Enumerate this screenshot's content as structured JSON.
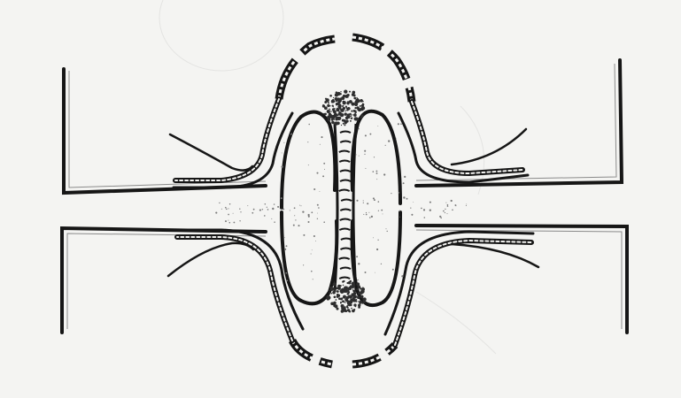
{
  "figure": {
    "description_text": "",
    "colors": {
      "paper": "#f4f4f2",
      "ink": "#161616",
      "ink_light": "#6a6a6a",
      "stipple": "#3a3a3a"
    },
    "parts": [
      "outer-membrane-double-layer",
      "inner-membrane",
      "central-fibrous-strand",
      "granular-deposit-top",
      "granular-deposit-bottom",
      "fibre-bundles"
    ]
  }
}
